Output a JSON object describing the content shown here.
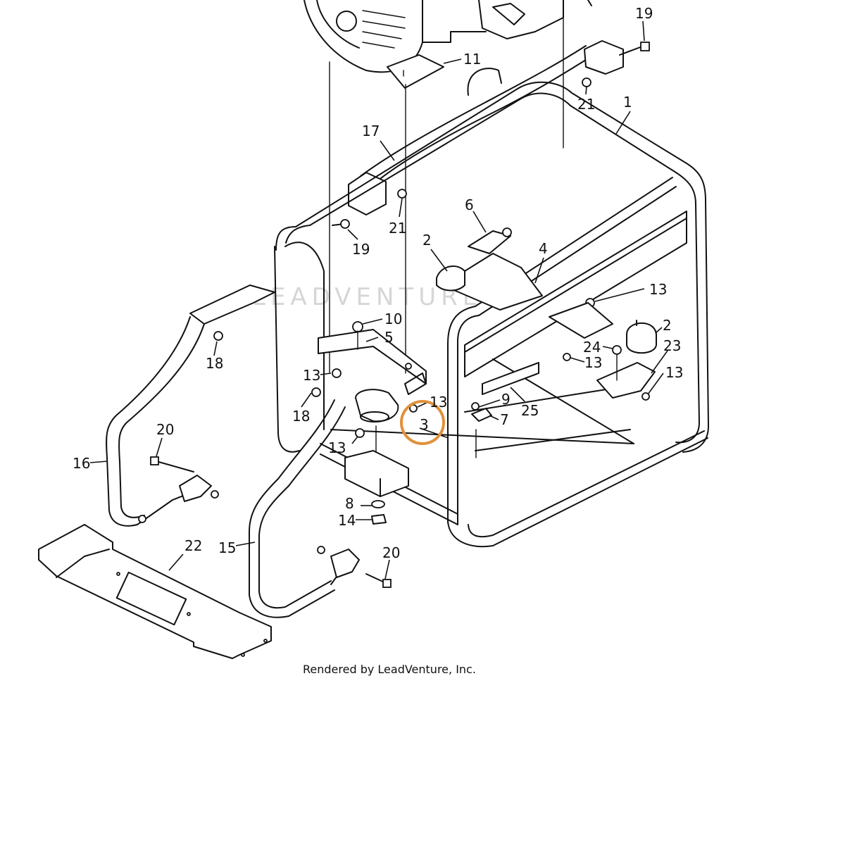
{
  "watermark": "LEADVENTURE",
  "footer": "Rendered by LeadVenture, Inc.",
  "highlight_color": "#e0913c",
  "highlighted_part": "3",
  "parts": [
    {
      "id": "callout-1",
      "label": "1"
    },
    {
      "id": "callout-2a",
      "label": "2"
    },
    {
      "id": "callout-2b",
      "label": "2"
    },
    {
      "id": "callout-3",
      "label": "3"
    },
    {
      "id": "callout-4",
      "label": "4"
    },
    {
      "id": "callout-5",
      "label": "5"
    },
    {
      "id": "callout-6",
      "label": "6"
    },
    {
      "id": "callout-7",
      "label": "7"
    },
    {
      "id": "callout-8",
      "label": "8"
    },
    {
      "id": "callout-9",
      "label": "9"
    },
    {
      "id": "callout-10",
      "label": "10"
    },
    {
      "id": "callout-11",
      "label": "11"
    },
    {
      "id": "callout-13a",
      "label": "13"
    },
    {
      "id": "callout-13b",
      "label": "13"
    },
    {
      "id": "callout-13c",
      "label": "13"
    },
    {
      "id": "callout-13d",
      "label": "13"
    },
    {
      "id": "callout-13e",
      "label": "13"
    },
    {
      "id": "callout-13f",
      "label": "13"
    },
    {
      "id": "callout-14",
      "label": "14"
    },
    {
      "id": "callout-15",
      "label": "15"
    },
    {
      "id": "callout-16",
      "label": "16"
    },
    {
      "id": "callout-17",
      "label": "17"
    },
    {
      "id": "callout-18a",
      "label": "18"
    },
    {
      "id": "callout-18b",
      "label": "18"
    },
    {
      "id": "callout-19a",
      "label": "19"
    },
    {
      "id": "callout-19b",
      "label": "19"
    },
    {
      "id": "callout-20a",
      "label": "20"
    },
    {
      "id": "callout-20b",
      "label": "20"
    },
    {
      "id": "callout-21a",
      "label": "21"
    },
    {
      "id": "callout-21b",
      "label": "21"
    },
    {
      "id": "callout-22",
      "label": "22"
    },
    {
      "id": "callout-23",
      "label": "23"
    },
    {
      "id": "callout-24",
      "label": "24"
    },
    {
      "id": "callout-25",
      "label": "25"
    }
  ]
}
